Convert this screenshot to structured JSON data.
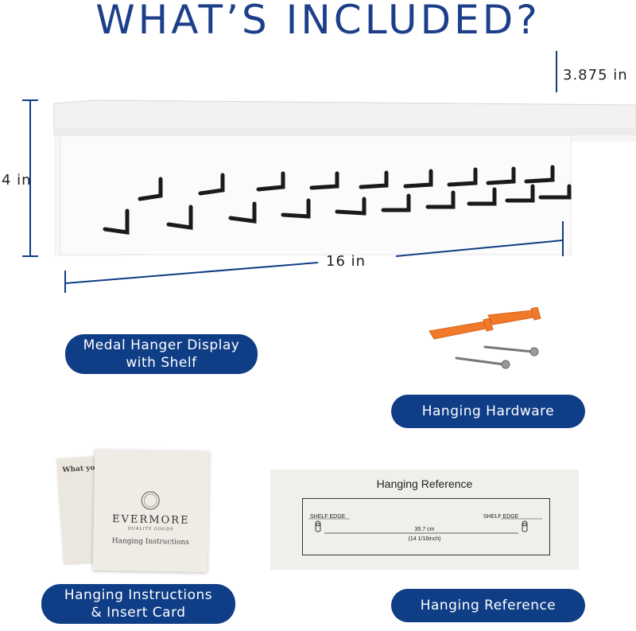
{
  "header": {
    "title": "WHAT’S INCLUDED?"
  },
  "dimensions": {
    "depth": "3.875 in",
    "height": "4 in",
    "width": "16 in"
  },
  "labels": {
    "shelf": "Medal Hanger Display\nwith Shelf",
    "hardware": "Hanging Hardware",
    "instructions": "Hanging Instructions\n& Insert Card",
    "reference": "Hanging Reference"
  },
  "reference_card": {
    "title": "Hanging Reference",
    "left_edge": "SHELF EDGE",
    "right_edge": "SHELF EDGE",
    "measure_cm": "35.7 cm",
    "measure_in": "(14 1/16inch)"
  },
  "insert_card": {
    "brand": "EVERMORE",
    "tagline": "QUALITY GOODS",
    "subtitle": "Hanging Instructions",
    "back_heading": "What yo"
  },
  "colors": {
    "accent": "#0f3d86",
    "anchor": "#f07a2a",
    "hook": "#1a1a1a"
  }
}
